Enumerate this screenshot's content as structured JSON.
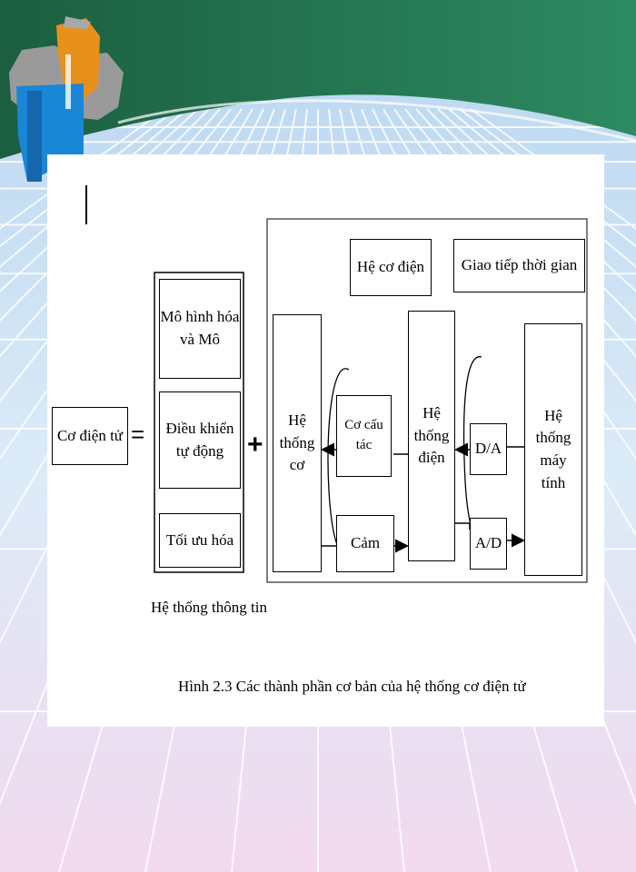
{
  "colors": {
    "header_green": "#1e6b4a",
    "header_green_light": "#2f8a63",
    "grid_line": "#ffffff",
    "sky_top": "#b9d7f2",
    "sky_bottom": "#f3dcef",
    "logo_blue": "#1a86d6",
    "logo_orange": "#e8901c",
    "logo_gray": "#9a9a9a"
  },
  "icons": {
    "logo": "gear-logo-icon"
  },
  "diagram": {
    "left_term": "Cơ điện tử",
    "equals": "=",
    "plus": "+",
    "info_system": {
      "items": [
        [
          "Mô hình hóa",
          "và Mô"
        ],
        [
          "Điều khiển",
          "tự động"
        ],
        [
          "Tối ưu hóa"
        ]
      ],
      "caption": "Hệ thống thông tin"
    },
    "electromech": {
      "label": "Hệ cơ điện",
      "time_interface": "Giao tiếp thời gian",
      "mech_system": [
        "Hệ",
        "thống",
        "cơ"
      ],
      "actuator": [
        "Cơ cấu",
        "tác"
      ],
      "sensor": "Cảm",
      "electrical_system": [
        "Hệ",
        "thống",
        "điện"
      ],
      "da": "D/A",
      "ad": "A/D",
      "computer_system": [
        "Hệ",
        "thống",
        "máy",
        "tính"
      ]
    },
    "figure_caption": "Hình 2.3  Các thành phần cơ bản của hệ thống cơ điện tử"
  }
}
